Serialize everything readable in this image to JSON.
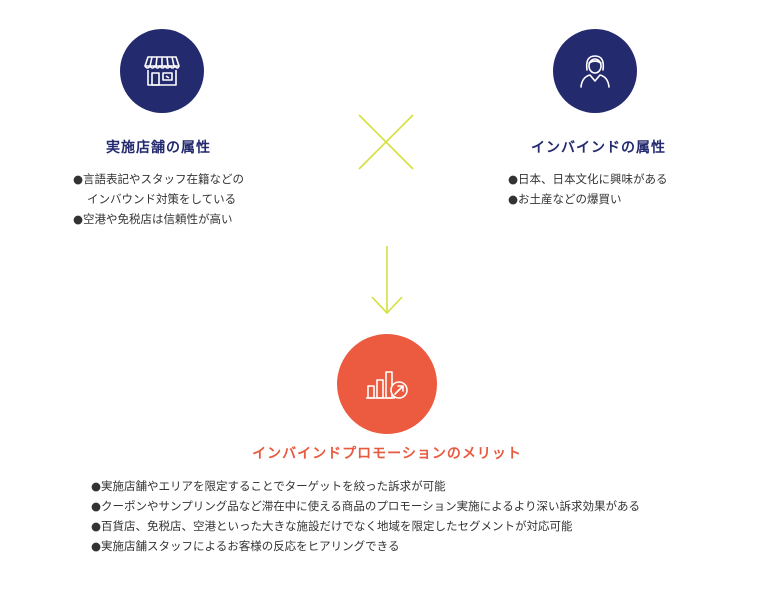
{
  "store": {
    "heading": "実施店舗の属性",
    "items": [
      {
        "lines": [
          "●言語表記やスタッフ在籍などの",
          "インバウンド対策をしている"
        ]
      },
      {
        "lines": [
          "●空港や免税店は信頼性が高い"
        ]
      }
    ]
  },
  "inbound": {
    "heading": "インバインドの属性",
    "items": [
      {
        "lines": [
          "●日本、日本文化に興味がある"
        ]
      },
      {
        "lines": [
          "●お土産などの爆買い"
        ]
      }
    ]
  },
  "merit": {
    "heading": "インバインドプロモーションのメリット",
    "items": [
      "●実施店舗やエリアを限定することでターゲットを絞った訴求が可能",
      "●クーポンやサンプリング品など滞在中に使える商品のプロモーション実施によるより深い訴求効果がある",
      "●百貨店、免税店、空港といった大きな施設だけでなく地域を限定したセグメントが対応可能",
      "●実施店舗スタッフによるお客様の反応をヒアリングできる"
    ]
  },
  "icons": {
    "store": "store-icon",
    "person": "person-icon",
    "chart": "growth-chart-icon",
    "cross": "cross-icon",
    "arrow": "arrow-down-icon"
  },
  "colors": {
    "navy": "#232a6e",
    "red": "#ec5a3f",
    "accent": "#d4e03a"
  }
}
